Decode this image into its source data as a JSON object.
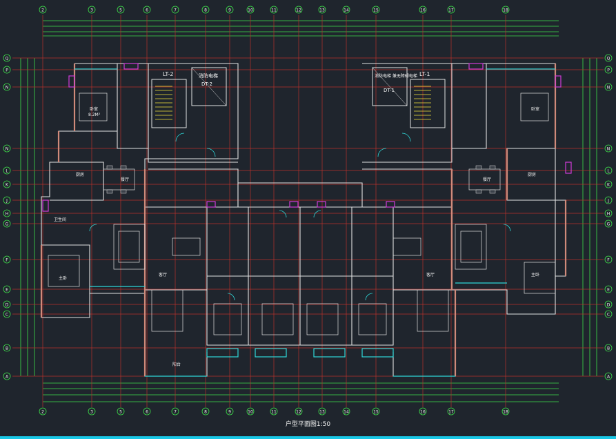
{
  "drawing": {
    "title": "户型平面图1:50",
    "colors": {
      "background": "#1f252d",
      "axis_line": "#b8312c",
      "dimension": "#3ee04a",
      "wall": "#e2e2e2",
      "wall_hatch": "#d08a7a",
      "door": "#2fd8d8",
      "text": "#f2f2f2",
      "stair": "#f2e23a",
      "accent": "#d23bd8",
      "bottom_bar": "#19c8e6"
    },
    "column_axes": [
      "2",
      "3",
      "5",
      "6",
      "7",
      "8",
      "9",
      "10",
      "11",
      "12",
      "13",
      "14",
      "15",
      "16",
      "17",
      "18"
    ],
    "row_axes": [
      "Q",
      "P",
      "N",
      "N",
      "L",
      "K",
      "J",
      "H",
      "G",
      "F",
      "E",
      "D",
      "C",
      "B",
      "A"
    ],
    "rooms": [
      {
        "label": "卧室",
        "area": "8.2M²"
      },
      {
        "label": "客厅"
      },
      {
        "label": "餐厅"
      },
      {
        "label": "厨房"
      },
      {
        "label": "卫生间"
      },
      {
        "label": "主卧"
      },
      {
        "label": "阳台"
      },
      {
        "label": "客厅"
      },
      {
        "label": "餐厅"
      },
      {
        "label": "厨房"
      },
      {
        "label": "卧室"
      },
      {
        "label": "主卧"
      }
    ],
    "stairs": [
      {
        "name": "LT-2"
      },
      {
        "name": "LT-1"
      }
    ],
    "elevators": [
      {
        "name": "消防电梯",
        "code": "DT-2"
      },
      {
        "name": "消防电梯 兼无障碍电梯",
        "code": "DT-1"
      }
    ]
  }
}
